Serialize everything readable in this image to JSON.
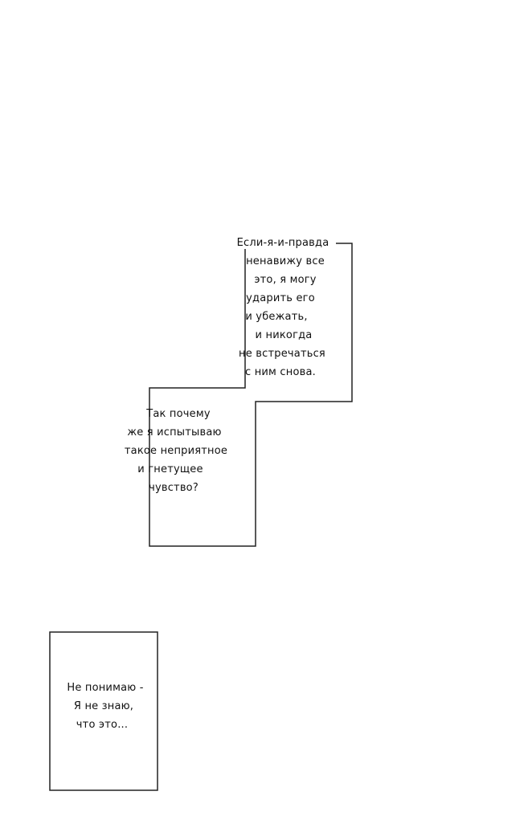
{
  "caption_box_1": {
    "lines": [
      "Если-я-и-правда",
      "ненавижу все",
      "это, я могу",
      "ударить его",
      "и убежать,",
      "и никогда",
      "не встречаться",
      "с ним снова."
    ]
  },
  "caption_box_2": {
    "lines": [
      "Так почему",
      "же я испытываю",
      "такое неприятное",
      "и гнетущее",
      "чувство?"
    ]
  },
  "caption_box_3": {
    "lines": [
      "Не понимаю -",
      "Я не знаю,",
      "что это..."
    ]
  }
}
